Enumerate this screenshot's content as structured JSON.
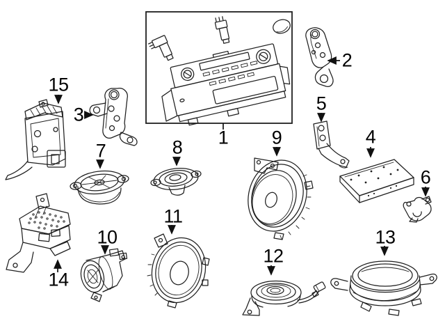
{
  "figure": {
    "type": "exploded-parts-diagram",
    "subject": "vehicle-audio-system-components",
    "background_color": "#ffffff",
    "line_color": "#1f1f1f",
    "label_color": "#000000",
    "callouts": [
      {
        "num": "1",
        "part": "radio-receiver-assembly"
      },
      {
        "num": "2",
        "part": "receiver-bracket-right"
      },
      {
        "num": "3",
        "part": "receiver-bracket-left"
      },
      {
        "num": "4",
        "part": "amplifier"
      },
      {
        "num": "5",
        "part": "amplifier-bracket"
      },
      {
        "num": "6",
        "part": "amplifier-bracket-small"
      },
      {
        "num": "7",
        "part": "front-door-speaker"
      },
      {
        "num": "8",
        "part": "tweeter-speaker"
      },
      {
        "num": "9",
        "part": "oval-door-speaker"
      },
      {
        "num": "10",
        "part": "tweeter-with-bracket"
      },
      {
        "num": "11",
        "part": "rear-door-speaker"
      },
      {
        "num": "12",
        "part": "center-speaker-with-wire"
      },
      {
        "num": "13",
        "part": "subwoofer-speaker"
      },
      {
        "num": "14",
        "part": "speaker-bracket-grille-left"
      },
      {
        "num": "15",
        "part": "speaker-bracket-grille-right"
      }
    ]
  }
}
